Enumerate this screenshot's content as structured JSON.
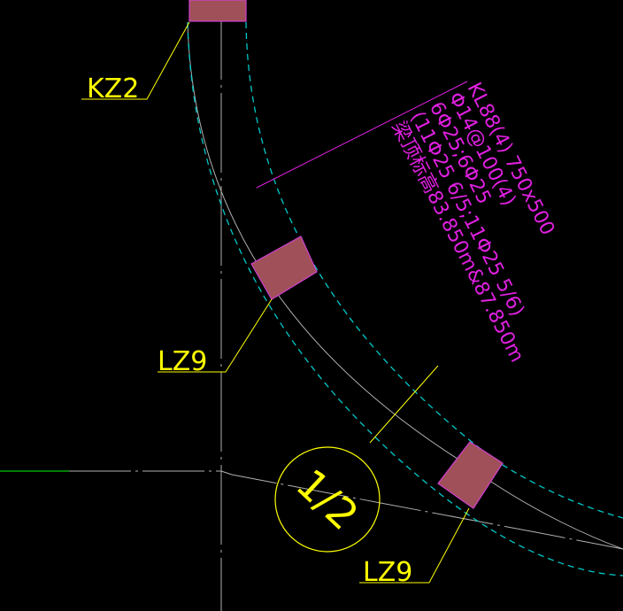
{
  "drawing": {
    "background": "#000000",
    "colors": {
      "column": "#a05058",
      "column_edge": "#d040d0",
      "beam_edge": "#00c8c8",
      "axis_line": "#b0b0b0",
      "leader_yellow": "#ffff00",
      "annotation_magenta": "#e020e0",
      "green_line": "#00c800"
    },
    "labels": {
      "kz2": "KZ2",
      "lz9_upper": "LZ9",
      "lz9_lower": "LZ9"
    },
    "axis_bubble": {
      "text": "1/2"
    },
    "beam_annotation": {
      "line1": "KL88(4) 750x500",
      "line2": "Φ14@100(4)",
      "line3": "6Φ25;6Φ25",
      "line4": "(11Φ25 6/5;11Φ25 5/6)",
      "line5": "梁顶标高83.850m&87.850m"
    }
  }
}
